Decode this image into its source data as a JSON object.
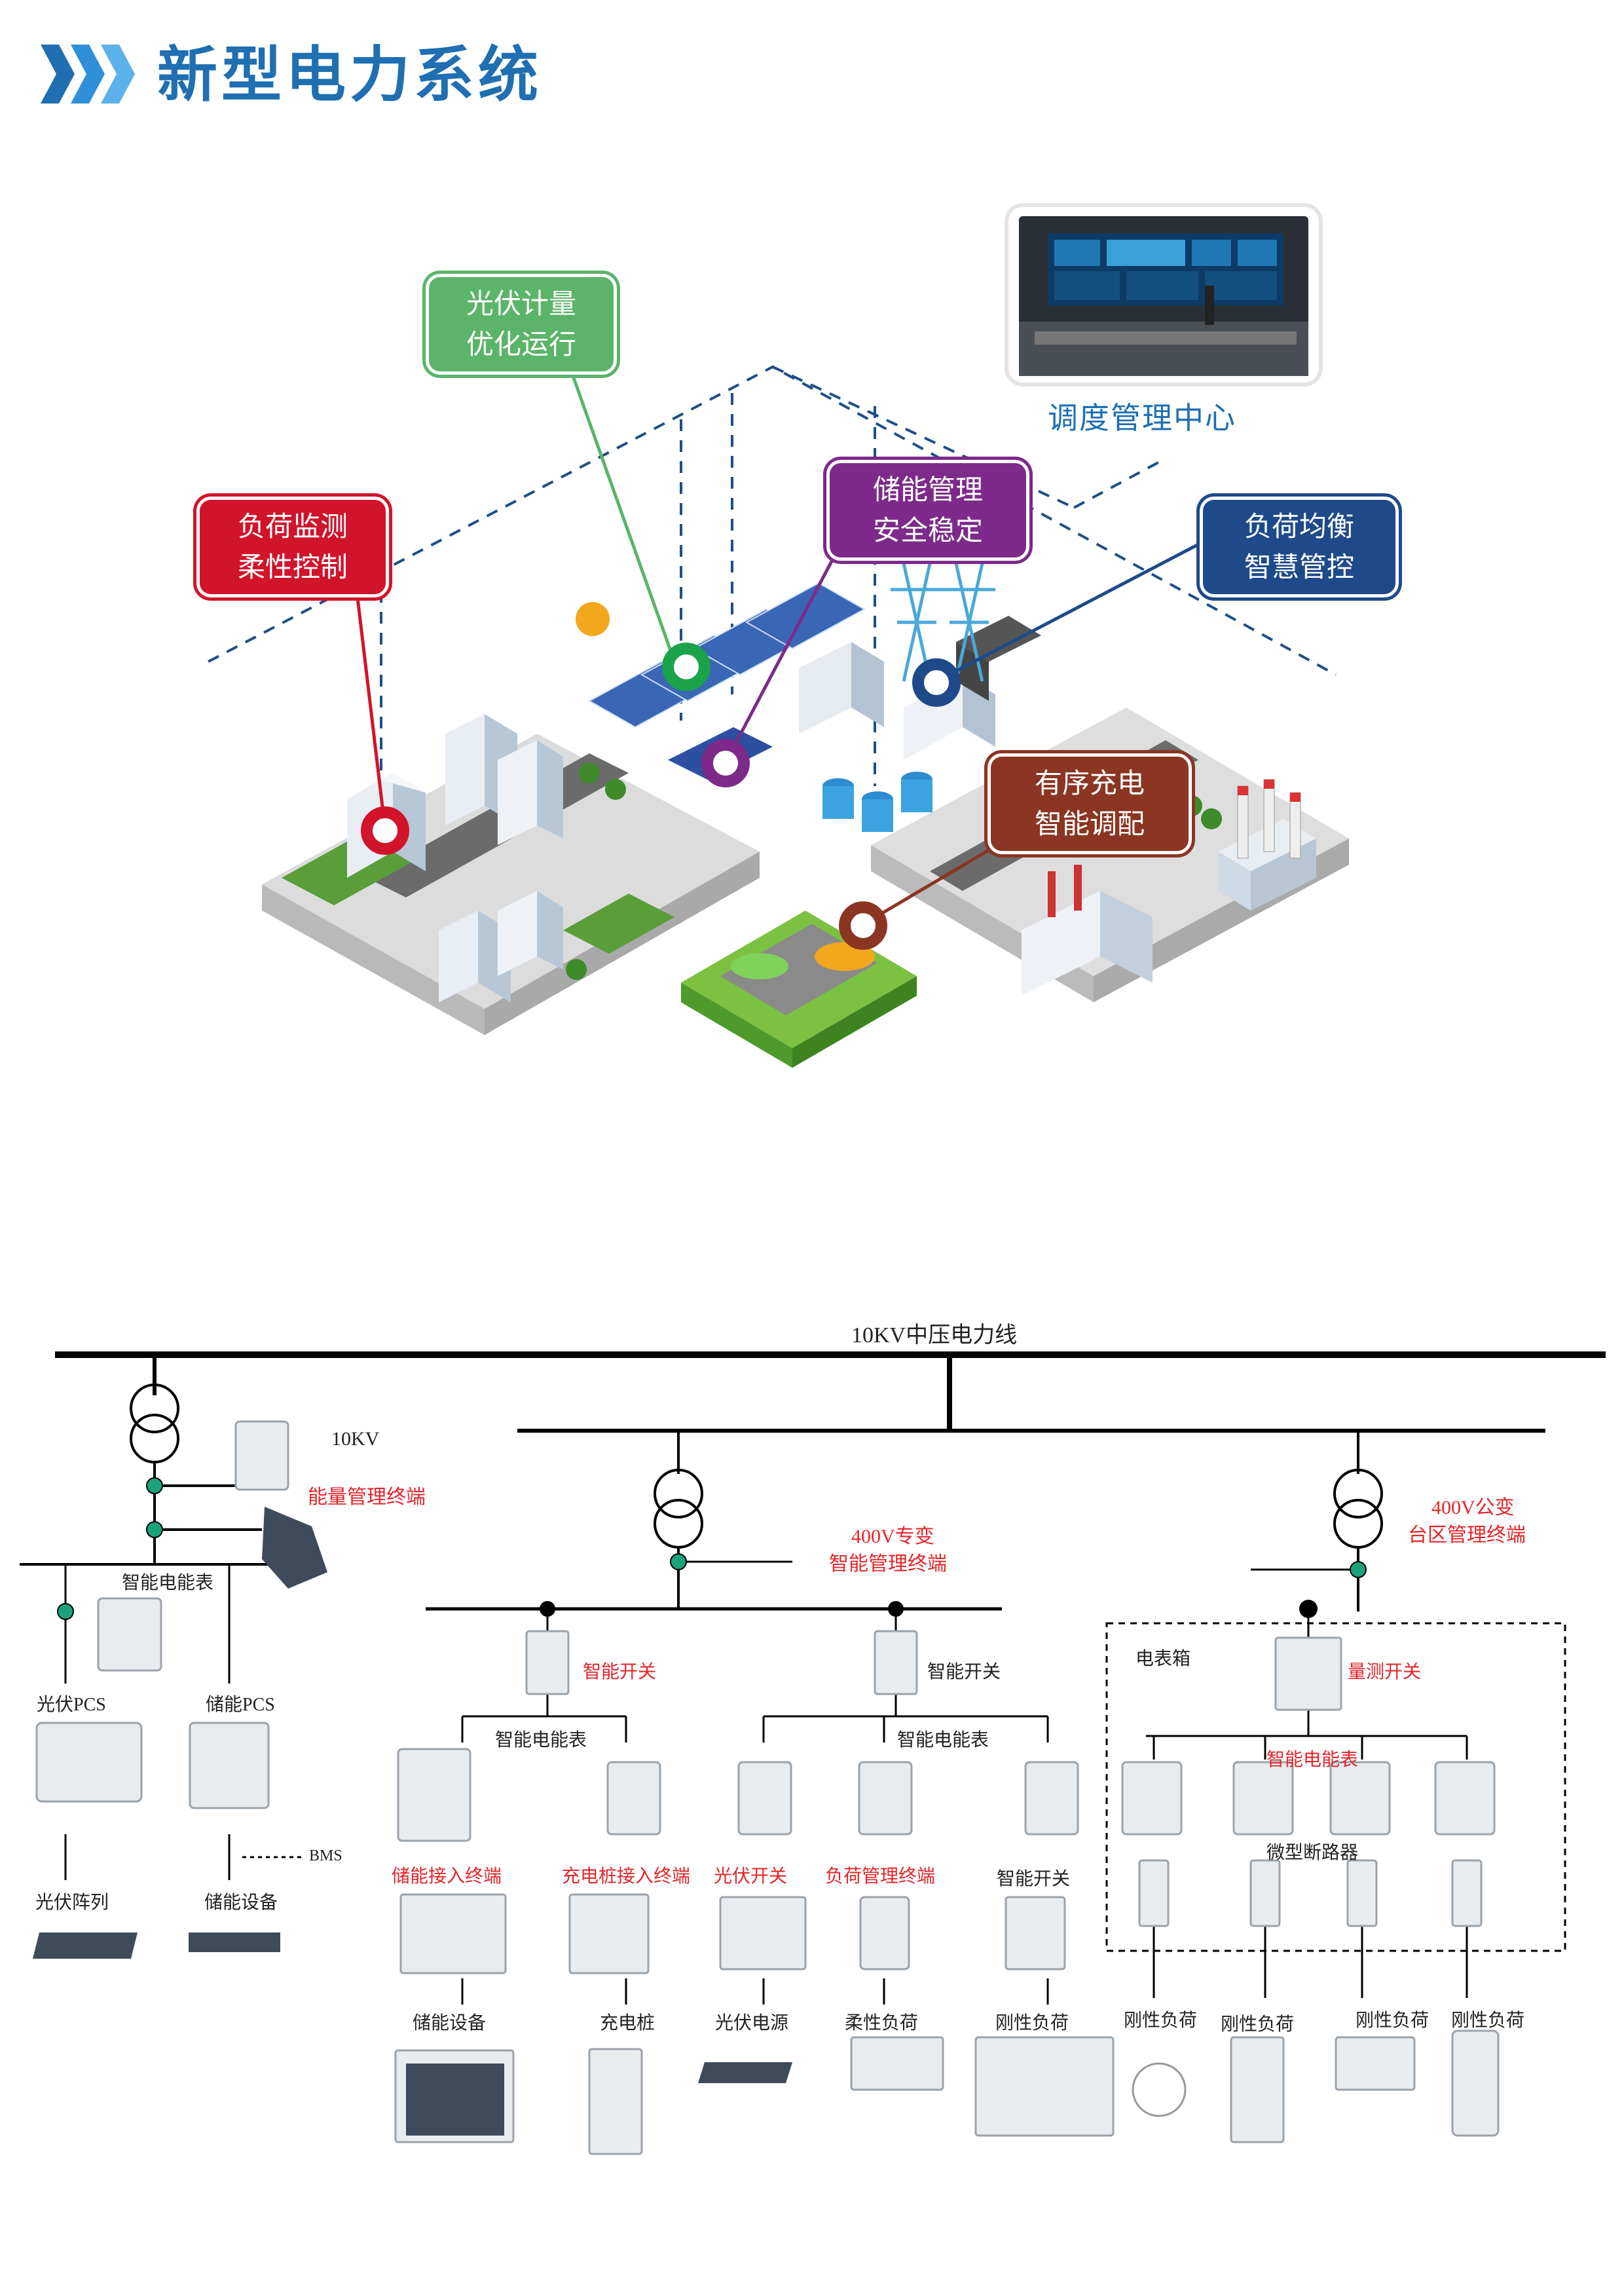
{
  "page": {
    "title": "新型电力系统"
  },
  "callouts": {
    "pv": [
      "光伏计量",
      "优化运行"
    ],
    "load": [
      "负荷监测",
      "柔性控制"
    ],
    "storage": [
      "储能管理",
      "安全稳定"
    ],
    "balance": [
      "负荷均衡",
      "智慧管控"
    ],
    "charge": [
      "有序充电",
      "智能调配"
    ]
  },
  "dispatch": {
    "label": "调度管理中心"
  },
  "diagram": {
    "bus_main": "10KV中压电力线",
    "left": {
      "voltage": "10KV",
      "ems": "能量管理终端",
      "meter": "智能电能表",
      "pv_pcs": "光伏PCS",
      "storage_pcs": "储能PCS",
      "bms": "BMS",
      "pv_array": "光伏阵列",
      "storage_device": "储能设备"
    },
    "middle": {
      "transformer": "400V专变",
      "terminal": "智能管理终端",
      "switch1": "智能开关",
      "switch2": "智能开关",
      "meter1": "智能电能表",
      "meter2": "智能电能表",
      "storage_access": "储能接入终端",
      "charger_access": "充电桩接入终端",
      "pv_switch": "光伏开关",
      "load_terminal": "负荷管理终端",
      "smart_switch3": "智能开关",
      "storage_device": "储能设备",
      "charger": "充电桩",
      "pv_source": "光伏电源",
      "flex_load": "柔性负荷",
      "rigid_load": "刚性负荷"
    },
    "right": {
      "transformer_a": "400V公变",
      "transformer_b": "台区管理终端",
      "box": "电表箱",
      "measure_switch": "量测开关",
      "meter": "智能电能表",
      "breaker": "微型断路器",
      "loads": [
        "刚性负荷",
        "刚性负荷",
        "刚性负荷",
        "刚性负荷"
      ]
    }
  },
  "colors": {
    "title": "#1f6fb2",
    "red_label": "#e3262a",
    "node": "#1aa37a"
  }
}
